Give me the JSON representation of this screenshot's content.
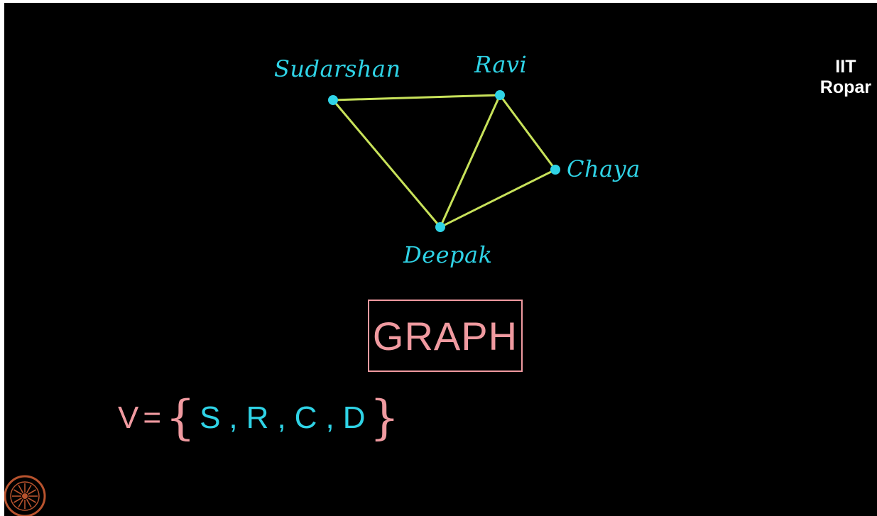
{
  "graph": {
    "edge_color": "#c8e25a",
    "vertex_color": "#2fd3e6",
    "label_color": "#2fd3e6",
    "vertices": [
      {
        "id": "S",
        "label": "Sudarshan"
      },
      {
        "id": "R",
        "label": "Ravi"
      },
      {
        "id": "C",
        "label": "Chaya"
      },
      {
        "id": "D",
        "label": "Deepak"
      }
    ],
    "edges": [
      [
        "S",
        "R"
      ],
      [
        "S",
        "D"
      ],
      [
        "R",
        "D"
      ],
      [
        "R",
        "C"
      ],
      [
        "C",
        "D"
      ]
    ]
  },
  "title": {
    "text": "GRAPH",
    "color": "#f09aa0"
  },
  "vertex_set": {
    "name": "V",
    "equals": "=",
    "open_brace": "{",
    "close_brace": "}",
    "elements": [
      "S",
      "R",
      "C",
      "D"
    ],
    "separator": ",",
    "name_color": "#f09aa0",
    "element_color": "#2fd3e6"
  },
  "watermark": {
    "line1": "IIT",
    "line2": "Ropar"
  },
  "logo": {
    "icon": "institute-emblem-icon",
    "color": "#b8532e"
  }
}
